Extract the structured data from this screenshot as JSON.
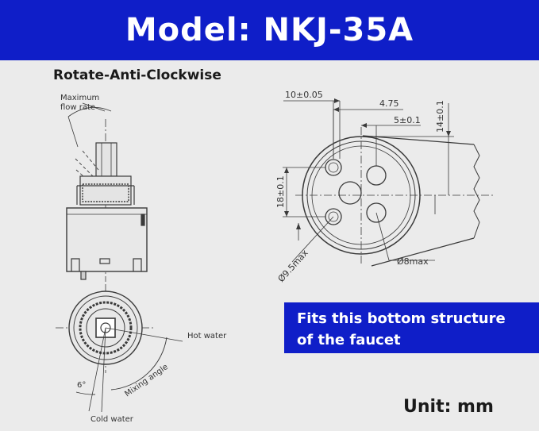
{
  "header": {
    "title": "Model: NKJ-35A"
  },
  "subtitle": "Rotate-Anti-Clockwise",
  "side_view": {
    "label_max_flow_line1": "Maximum",
    "label_max_flow_line2": "flow rate"
  },
  "bottom_view": {
    "label_hot": "Hot water",
    "label_cold": "Cold water",
    "label_mixing": "Mixing angle",
    "label_angle": "6°"
  },
  "dimensions": {
    "d1": "10±0.05",
    "d2": "4.75",
    "d3": "5±0.1",
    "d4": "14±0.1",
    "d5": "18±0.1",
    "d6": "Ø9.5max",
    "d7": "Ø8max"
  },
  "callout": {
    "line1": "Fits this bottom structure",
    "line2": "of the faucet"
  },
  "unit": "Unit: mm",
  "colors": {
    "accent": "#0f1ec8",
    "background": "#ebebeb",
    "text": "#ffffff"
  }
}
